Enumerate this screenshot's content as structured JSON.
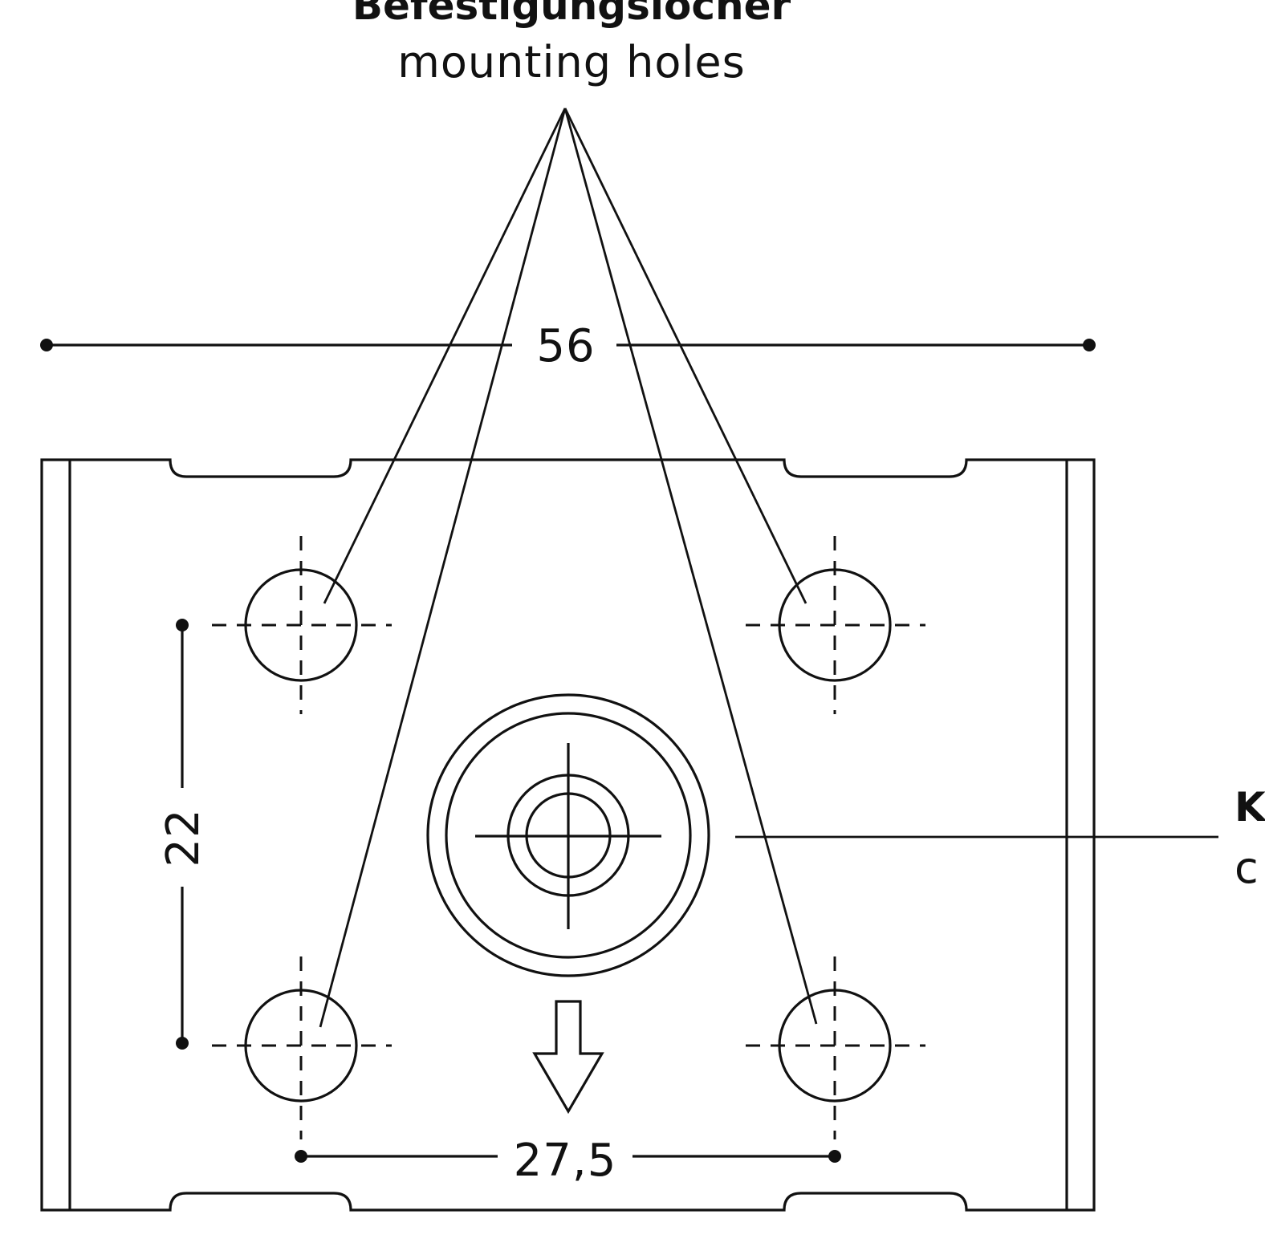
{
  "labels": {
    "mounting_holes_de": "Befestigungslöcher",
    "mounting_holes_en": "mounting holes",
    "right_callout_de": "K",
    "right_callout_en": "c"
  },
  "dimensions": {
    "overall_width": "56",
    "hole_spacing_vertical": "22",
    "hole_spacing_horizontal": "27,5"
  },
  "colors": {
    "ink": "#111111",
    "background": "#ffffff"
  }
}
